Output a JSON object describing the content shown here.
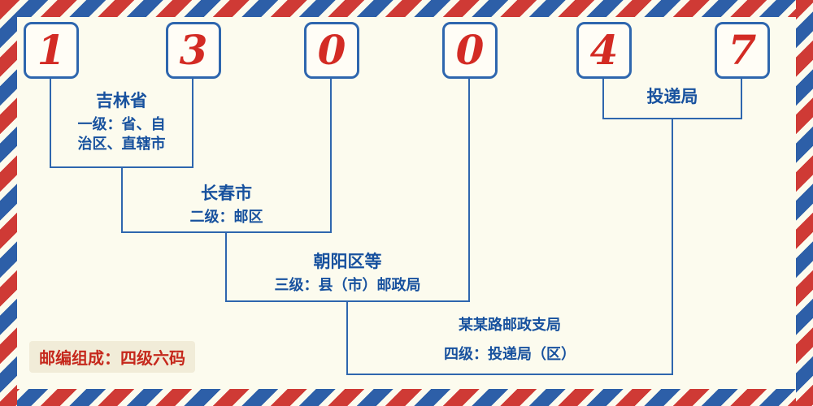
{
  "postal_code": {
    "digits": [
      "1",
      "3",
      "0",
      "0",
      "4",
      "7"
    ]
  },
  "levels": [
    {
      "title": "吉林省",
      "desc_lines": [
        "一级：省、自",
        "治区、直辖市"
      ]
    },
    {
      "title": "长春市",
      "desc_lines": [
        "二级：邮区"
      ]
    },
    {
      "title": "朝阳区等",
      "desc_lines": [
        "三级：县（市）邮政局"
      ]
    },
    {
      "title": "某某路邮政支局",
      "desc_lines": [
        "四级：投递局（区）"
      ]
    },
    {
      "title": "投递局",
      "desc_lines": []
    }
  ],
  "footer": {
    "composition_note": "邮编组成：四级六码"
  },
  "colors": {
    "line_blue": "#2e66ae",
    "text_blue": "#17519e",
    "digit_red": "#d32b24",
    "stripe_red": "#cf3a35",
    "stripe_blue": "#2d5fa8",
    "background": "#fcfbee"
  }
}
